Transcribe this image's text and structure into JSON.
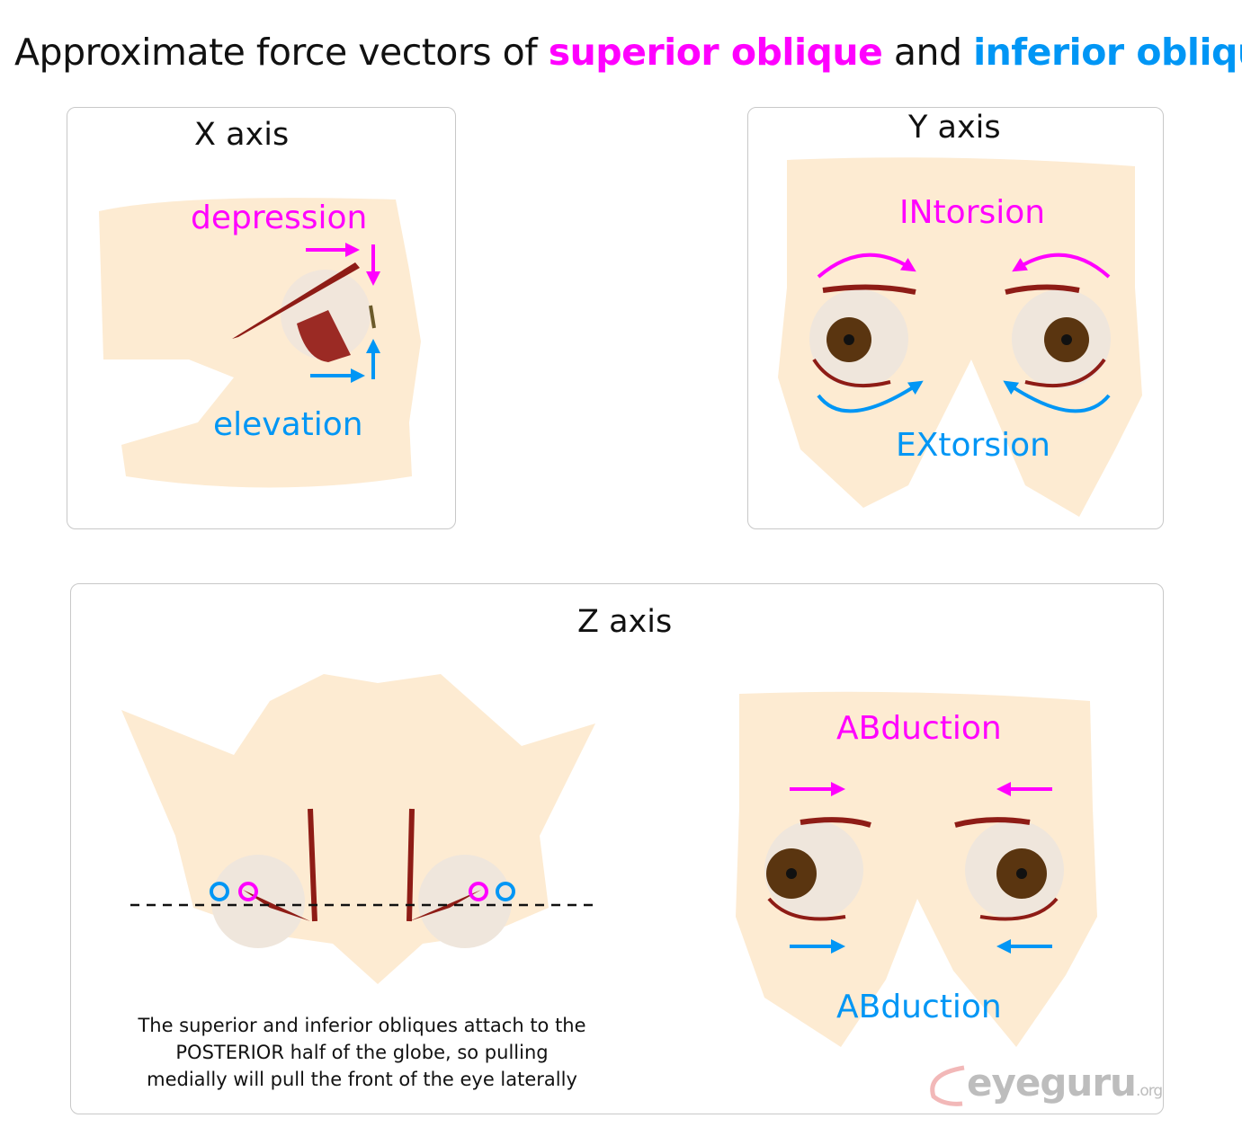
{
  "title": {
    "prefix": "Approximate force vectors of ",
    "superior": "superior oblique",
    "middle": " and ",
    "inferior": "inferior oblique"
  },
  "colors": {
    "superior_oblique": "#ff00ff",
    "inferior_oblique": "#0096f5",
    "bone": "#fdebd2",
    "muscle": "#8e1c16"
  },
  "x_panel": {
    "title": "X axis",
    "superior_label": "depression",
    "inferior_label": "elevation"
  },
  "y_panel": {
    "title": "Y axis",
    "superior_label": "INtorsion",
    "inferior_label": "EXtorsion"
  },
  "z_panel": {
    "title": "Z axis",
    "superior_label": "ABduction",
    "inferior_label": "ABduction",
    "note_lines": [
      "The superior and inferior obliques attach to the",
      "POSTERIOR half of the globe, so pulling",
      "medially will pull the front of the eye laterally"
    ]
  },
  "logo": {
    "name": "eyeguru",
    "suffix": ".org"
  }
}
